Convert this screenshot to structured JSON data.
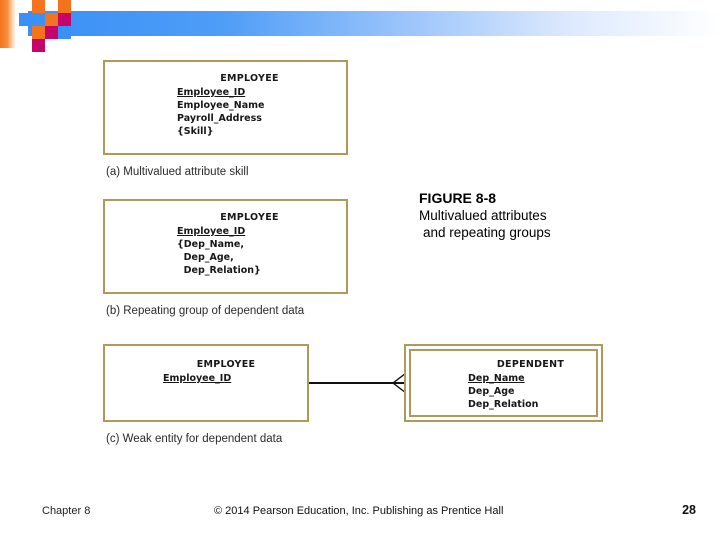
{
  "banner": {
    "decoration_colors": {
      "blue": "#3a90f6",
      "orange": "#f4731c",
      "magenta": "#c7046c",
      "bar_gradient_start": "#3a90f6",
      "bar_gradient_end": "#ffffff"
    }
  },
  "figure_label": {
    "number": "FIGURE 8-8",
    "line1": "Multivalued attributes",
    "line2": " and repeating groups"
  },
  "diagram": {
    "border_color": "#b09a5b",
    "parts": [
      {
        "key": "a",
        "caption": "(a) Multivalued attribute skill",
        "entities": [
          {
            "name": "EMPLOYEE",
            "attributes": [
              {
                "text": "Employee_ID",
                "primary_key": true
              },
              {
                "text": "Employee_Name",
                "primary_key": false
              },
              {
                "text": "Payroll_Address",
                "primary_key": false
              },
              {
                "text": "{Skill}",
                "primary_key": false
              }
            ],
            "weak": false
          }
        ]
      },
      {
        "key": "b",
        "caption": "(b) Repeating group of dependent data",
        "entities": [
          {
            "name": "EMPLOYEE",
            "attributes": [
              {
                "text": "Employee_ID",
                "primary_key": true
              },
              {
                "text": "{Dep_Name,",
                "primary_key": false
              },
              {
                "text": "  Dep_Age,",
                "primary_key": false
              },
              {
                "text": "  Dep_Relation}",
                "primary_key": false
              }
            ],
            "weak": false
          }
        ]
      },
      {
        "key": "c",
        "caption": "(c) Weak entity for dependent data",
        "entities": [
          {
            "name": "EMPLOYEE",
            "attributes": [
              {
                "text": "Employee_ID",
                "primary_key": true
              }
            ],
            "weak": false
          },
          {
            "name": "DEPENDENT",
            "attributes": [
              {
                "text": "Dep_Name",
                "primary_key": true
              },
              {
                "text": "Dep_Age",
                "primary_key": false
              },
              {
                "text": "Dep_Relation",
                "primary_key": false
              }
            ],
            "weak": true
          }
        ],
        "relationship": {
          "type": "one-to-many",
          "notation": "crow-foot"
        }
      }
    ]
  },
  "footer": {
    "chapter": "Chapter 8",
    "copyright": "© 2014 Pearson Education, Inc. Publishing as Prentice Hall",
    "page": "28"
  }
}
